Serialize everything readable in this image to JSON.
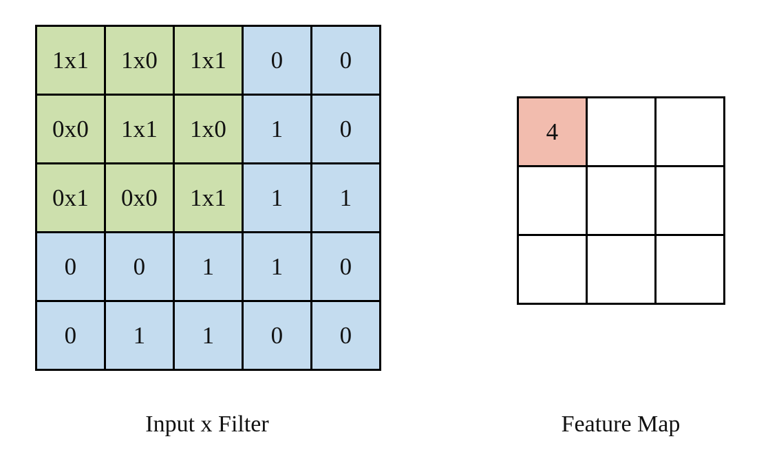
{
  "figure": {
    "background_color": "#ffffff",
    "line_color": "#000000",
    "text_color": "#111111"
  },
  "colors": {
    "green": "#cde0ad",
    "blue": "#c4dcef",
    "pink": "#f2bcae",
    "white": "#ffffff",
    "border": "#000000"
  },
  "input_matrix": {
    "caption": "Input x Filter",
    "rows": 5,
    "cols": 5,
    "cells": [
      [
        {
          "text": "1x1",
          "color": "green"
        },
        {
          "text": "1x0",
          "color": "green"
        },
        {
          "text": "1x1",
          "color": "green"
        },
        {
          "text": "0",
          "color": "blue"
        },
        {
          "text": "0",
          "color": "blue"
        }
      ],
      [
        {
          "text": "0x0",
          "color": "green"
        },
        {
          "text": "1x1",
          "color": "green"
        },
        {
          "text": "1x0",
          "color": "green"
        },
        {
          "text": "1",
          "color": "blue"
        },
        {
          "text": "0",
          "color": "blue"
        }
      ],
      [
        {
          "text": "0x1",
          "color": "green"
        },
        {
          "text": "0x0",
          "color": "green"
        },
        {
          "text": "1x1",
          "color": "green"
        },
        {
          "text": "1",
          "color": "blue"
        },
        {
          "text": "1",
          "color": "blue"
        }
      ],
      [
        {
          "text": "0",
          "color": "blue"
        },
        {
          "text": "0",
          "color": "blue"
        },
        {
          "text": "1",
          "color": "blue"
        },
        {
          "text": "1",
          "color": "blue"
        },
        {
          "text": "0",
          "color": "blue"
        }
      ],
      [
        {
          "text": "0",
          "color": "blue"
        },
        {
          "text": "1",
          "color": "blue"
        },
        {
          "text": "1",
          "color": "blue"
        },
        {
          "text": "0",
          "color": "blue"
        },
        {
          "text": "0",
          "color": "blue"
        }
      ]
    ]
  },
  "feature_map": {
    "caption": "Feature Map",
    "rows": 3,
    "cols": 3,
    "cells": [
      [
        {
          "text": "4",
          "color": "pink"
        },
        {
          "text": "",
          "color": "white"
        },
        {
          "text": "",
          "color": "white"
        }
      ],
      [
        {
          "text": "",
          "color": "white"
        },
        {
          "text": "",
          "color": "white"
        },
        {
          "text": "",
          "color": "white"
        }
      ],
      [
        {
          "text": "",
          "color": "white"
        },
        {
          "text": "",
          "color": "white"
        },
        {
          "text": "",
          "color": "white"
        }
      ]
    ]
  },
  "chart_data": {
    "type": "table",
    "title": "",
    "description": "2D convolution illustration: a 3x3 filter applied to the top-left 3x3 window of a 5x5 binary input produces the first value of a 3x3 feature map.",
    "input_values": [
      [
        1,
        1,
        1,
        0,
        0
      ],
      [
        0,
        1,
        1,
        1,
        0
      ],
      [
        0,
        0,
        1,
        1,
        1
      ],
      [
        0,
        0,
        1,
        1,
        0
      ],
      [
        0,
        1,
        1,
        0,
        0
      ]
    ],
    "filter_values": [
      [
        1,
        0,
        1
      ],
      [
        0,
        1,
        0
      ],
      [
        1,
        0,
        1
      ]
    ],
    "highlighted_window": {
      "row_start": 0,
      "col_start": 0,
      "rows": 3,
      "cols": 3
    },
    "feature_map_values": [
      [
        4,
        null,
        null
      ],
      [
        null,
        null,
        null
      ],
      [
        null,
        null,
        null
      ]
    ],
    "highlighted_output_cell": {
      "row": 0,
      "col": 0,
      "value": 4
    }
  }
}
